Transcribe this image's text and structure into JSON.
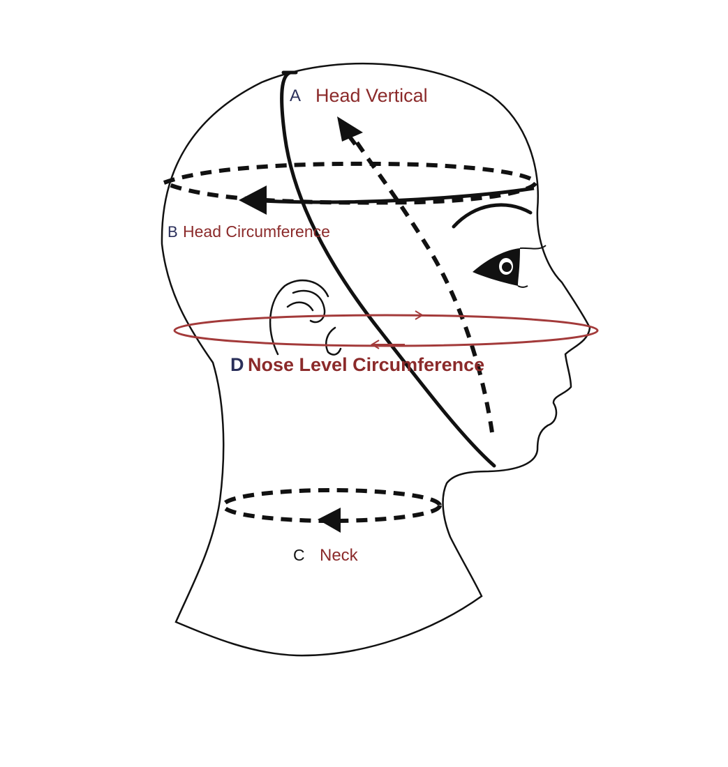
{
  "labels": {
    "a": {
      "letter": "A",
      "text": "Head Vertical"
    },
    "b": {
      "letter": "B",
      "text": "Head Circumference"
    },
    "c": {
      "letter": "C",
      "text": "Neck"
    },
    "d": {
      "letter": "D",
      "text": "Nose Level Circumference"
    }
  },
  "colors": {
    "outline": "#111111",
    "label_text": "#8b2a2a",
    "letter": "#2a2f5a",
    "nose_ring": "#a33a3a",
    "background": "#ffffff"
  }
}
